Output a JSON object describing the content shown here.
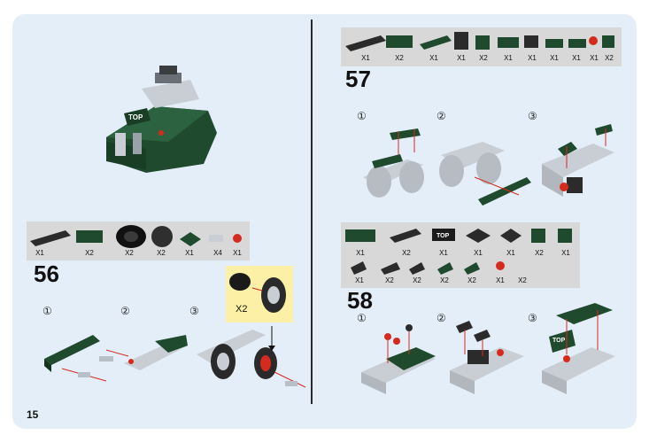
{
  "page_number": "15",
  "steps": {
    "s56": {
      "number": "56",
      "parts_qty": [
        "X1",
        "X2",
        "X2",
        "X2",
        "X1",
        "X4",
        "X1"
      ],
      "substeps": [
        "①",
        "②",
        "③"
      ],
      "callout_qty": "X2"
    },
    "s57": {
      "number": "57",
      "parts_qty": [
        "X1",
        "X2",
        "X1",
        "X1",
        "X2",
        "X1",
        "X1",
        "X1",
        "X1",
        "X1",
        "X2"
      ],
      "substeps": [
        "①",
        "②",
        "③"
      ]
    },
    "s58": {
      "number": "58",
      "parts_qty_row1": [
        "X1",
        "X2",
        "X1",
        "X1",
        "X1",
        "X2",
        "X1"
      ],
      "parts_qty_row2": [
        "X1",
        "X2",
        "X2",
        "X2",
        "X2",
        "X1",
        "X2"
      ],
      "substeps": [
        "①",
        "②",
        "③"
      ],
      "tile_print": "TOP"
    }
  },
  "model_print": "TOP",
  "colors": {
    "background": "#e3eef8",
    "parts_bar": "#d8d8d8",
    "dark_green": "#1f4a2e",
    "black_brick": "#2b2b2b",
    "light_gray": "#c9ced4",
    "red": "#d52b1e",
    "callout_yellow": "#fbf0a6"
  }
}
